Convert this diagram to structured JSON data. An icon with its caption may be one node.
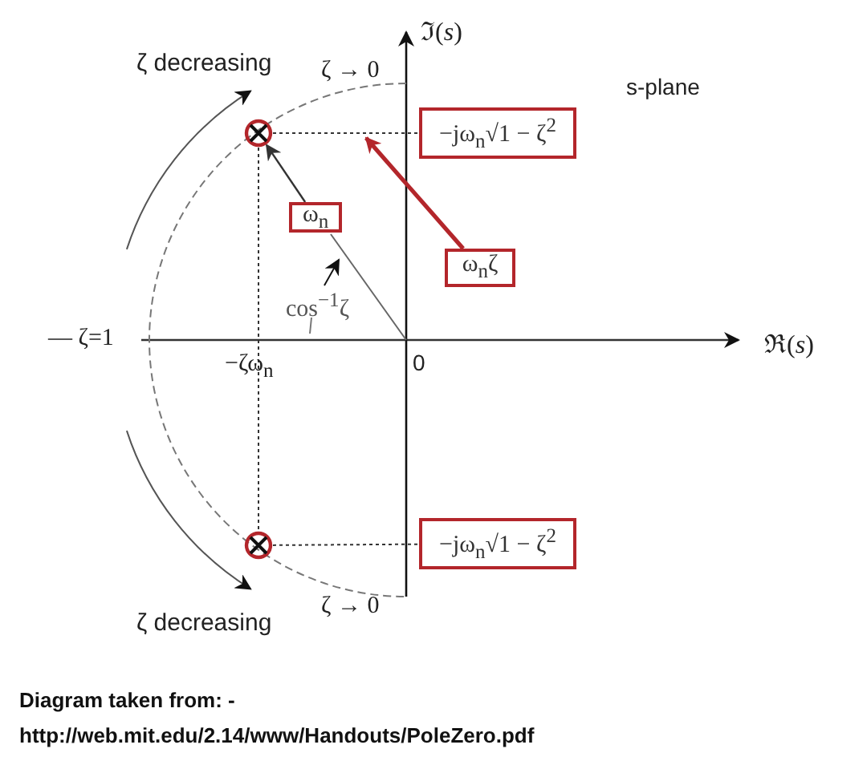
{
  "diagram": {
    "caption": "Diagram taken from: - http://web.mit.edu/2.14/www/Handouts/PoleZero.pdf",
    "nodes": [
      {
        "text": [],
        "shape": "circle"
      },
      {
        "text": [],
        "shape": "circle"
      },
      {
        "text": [
          "ω$_{n}$ζ"
        ]
      },
      {
        "text": [
          "ω$_{n}$"
        ]
      },
      {
        "text": [
          "−jω$_{n}$√1 − ζ$^{2}$"
        ]
      },
      {
        "text": [
          "−jω$_{n}$√1 − ζ$^{2}$"
        ]
      }
    ],
    "edges": [
      {
        "from": 2,
        "to": null,
        "arrow": "to",
        "style": "thick",
        "color": "#b3262b"
      },
      {
        "from": 3,
        "to": 0,
        "arrow": "to"
      },
      {
        "from": 0,
        "to": 4,
        "arrow": "none",
        "style": "dashed"
      },
      {
        "from": 1,
        "to": 5,
        "arrow": "none",
        "style": "dashed"
      },
      {
        "from": 0,
        "to": 1,
        "arrow": "none",
        "style": "dashed"
      }
    ],
    "labels": [
      "ζ decreasing",
      "ζ → 0",
      "ℑ(*s*)",
      "s-plane",
      "cos$^{−1}$ζ",
      "— ζ=1",
      "−ζω$_{n}$",
      "0",
      "ℜ(*s*)",
      "ζ decreasing",
      "ζ → 0"
    ]
  }
}
